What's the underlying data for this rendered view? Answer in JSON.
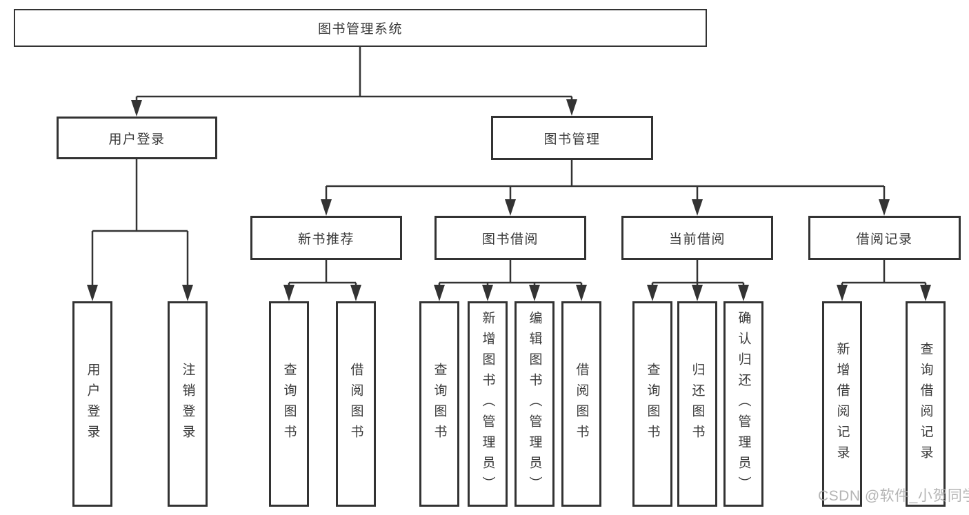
{
  "page": {
    "background": "#ffffff"
  },
  "colors": {
    "line": "#333333",
    "box_border": "#333333",
    "box_background": "#ffffff",
    "text": "#3a3a3a",
    "watermark": "#afafaf"
  },
  "watermark": {
    "text": "CSDN @软件_小贺同学"
  },
  "nodes": {
    "root": {
      "label": "图书管理系统"
    },
    "user_login": {
      "label": "用户登录"
    },
    "book_mgmt": {
      "label": "图书管理"
    },
    "new_book_rec": {
      "label": "新书推荐"
    },
    "book_borrow": {
      "label": "图书借阅"
    },
    "current_borrow": {
      "label": "当前借阅"
    },
    "borrow_records": {
      "label": "借阅记录"
    },
    "login_user": {
      "label": "用户登录"
    },
    "logout_user": {
      "label": "注销登录"
    },
    "rec_query_books": {
      "label": "查询图书"
    },
    "rec_borrow_books": {
      "label": "借阅图书"
    },
    "bor_query_books": {
      "label": "查询图书"
    },
    "bor_add_books": {
      "label": "新增图书（管理员）"
    },
    "bor_edit_books": {
      "label": "编辑图书（管理员）"
    },
    "bor_borrow_books": {
      "label": "借阅图书"
    },
    "cur_query_books": {
      "label": "查询图书"
    },
    "cur_return_books": {
      "label": "归还图书"
    },
    "cur_confirm_return": {
      "label": "确认归还（管理员）"
    },
    "log_add_record": {
      "label": "新增借阅记录"
    },
    "log_query_record": {
      "label": "查询借阅记录"
    }
  },
  "hierarchy": {
    "图书管理系统": {
      "用户登录": [
        "用户登录",
        "注销登录"
      ],
      "图书管理": {
        "新书推荐": [
          "查询图书",
          "借阅图书"
        ],
        "图书借阅": [
          "查询图书",
          "新增图书（管理员）",
          "编辑图书（管理员）",
          "借阅图书"
        ],
        "当前借阅": [
          "查询图书",
          "归还图书",
          "确认归还（管理员）"
        ],
        "借阅记录": [
          "新增借阅记录",
          "查询借阅记录"
        ]
      }
    }
  }
}
